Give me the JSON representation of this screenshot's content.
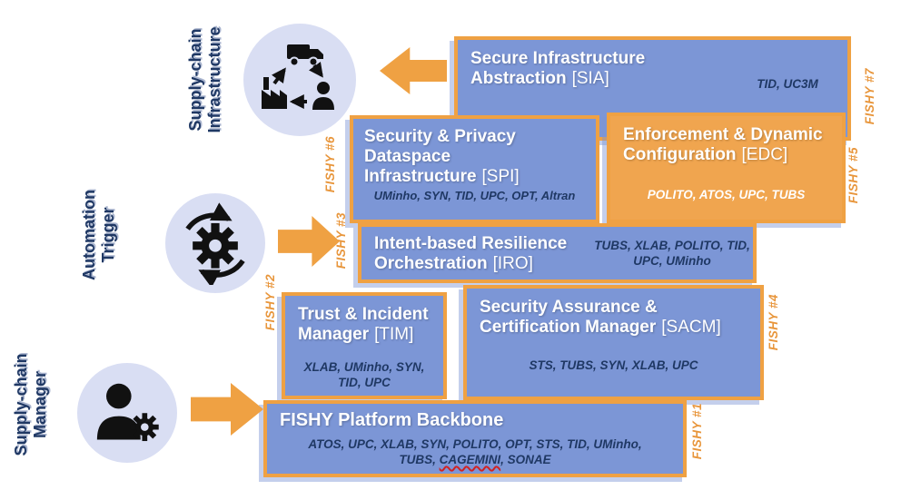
{
  "actors": [
    {
      "line1": "Supply-chain",
      "line2": "Infrastructure",
      "icon": "supply-chain-network-icon"
    },
    {
      "line1": "Automation",
      "line2": "Trigger",
      "icon": "automation-gear-cycle-icon"
    },
    {
      "line1": "Supply-chain",
      "line2": "Manager",
      "icon": "manager-person-gear-icon"
    }
  ],
  "modules": {
    "sia": {
      "title_line1": "Secure Infrastructure",
      "title_line2": "Abstraction",
      "tag": "[SIA]",
      "partners": "TID, UC3M",
      "fishy_label": "FISHY #7"
    },
    "spi": {
      "title_line1": "Security & Privacy Dataspace",
      "title_line2": "Infrastructure",
      "tag": "[SPI]",
      "partners": "UMinho, SYN, TID, UPC, OPT, Altran",
      "fishy_label": "FISHY #6"
    },
    "edc": {
      "title_line1": "Enforcement & Dynamic",
      "title_line2": "Configuration",
      "tag": "[EDC]",
      "partners": "POLITO, ATOS, UPC, TUBS",
      "fishy_label": "FISHY #5"
    },
    "iro": {
      "title_line1": "Intent-based Resilience",
      "title_line2": "Orchestration",
      "tag": "[IRO]",
      "partners": "TUBS, XLAB, POLITO, TID, UPC, UMinho",
      "fishy_label": "FISHY #3"
    },
    "tim": {
      "title_line1": "Trust & Incident",
      "title_line2": "Manager",
      "tag": "[TIM]",
      "partners": "XLAB, UMinho, SYN, TID, UPC",
      "fishy_label": "FISHY #2"
    },
    "sacm": {
      "title_line1": "Security Assurance &",
      "title_line2": "Certification Manager",
      "tag": "[SACM]",
      "partners": "STS, TUBS, SYN, XLAB, UPC",
      "fishy_label": "FISHY #4"
    },
    "backbone": {
      "title": "FISHY Platform Backbone",
      "partners_line1": "ATOS, UPC, XLAB, SYN, POLITO, OPT, STS, TID, UMinho,",
      "partners_line2_pre": "TUBS, ",
      "partners_misspelled": "CAGEMINI",
      "partners_line2_post": ", SONAE",
      "fishy_label": "FISHY #1"
    }
  },
  "colors": {
    "module_fill_blue": "#7C96D6",
    "module_fill_orange": "#F0A54F",
    "border_orange": "#EFA143",
    "arrow_orange": "#EFA143",
    "fishy_tag_orange": "#E8963C",
    "label_navy": "#1F3864",
    "circle_fill": "#D9DEF3"
  }
}
